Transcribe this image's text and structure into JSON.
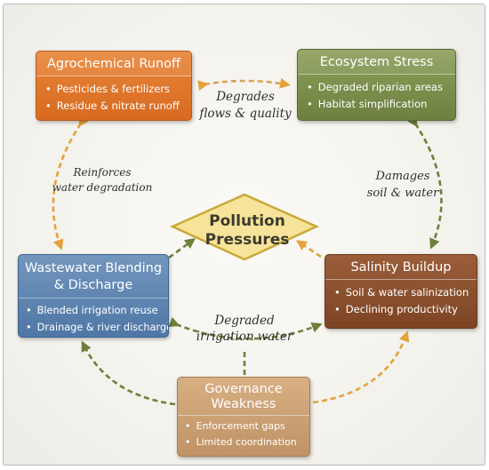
{
  "center": {
    "line1": "Pollution",
    "line2": "Pressures"
  },
  "nodes": {
    "agrochemical": {
      "title": "Agrochemical Runoff",
      "items": [
        "Pesticides & fertilizers",
        "Residue & nitrate runoff"
      ]
    },
    "ecosystem": {
      "title": "Ecosystem Stress",
      "items": [
        "Degraded riparian areas",
        "Habitat simplification"
      ]
    },
    "wastewater": {
      "title": "Wastewater Blending & Discharge",
      "items": [
        "Blended irrigation reuse",
        "Drainage & river discharge"
      ]
    },
    "salinity": {
      "title": "Salinity Buildup",
      "items": [
        "Soil & water salinization",
        "Declining productivity"
      ]
    },
    "governance": {
      "title": "Governance Weakness",
      "items": [
        "Enforcement gaps",
        "Limited coordination"
      ]
    }
  },
  "links": {
    "degrades": {
      "line1": "Degrades",
      "line2": "flows & quality"
    },
    "reinforces": {
      "line1": "Reinforces",
      "line2": "water degradation"
    },
    "damages": {
      "line1": "Damages",
      "line2": "soil & water"
    },
    "irrigation": {
      "line1": "Degraded",
      "line2": "irrigation water"
    }
  },
  "colors": {
    "agrochemical": "#dd7429",
    "ecosystem": "#7b8e4c",
    "wastewater": "#5f84b0",
    "salinity": "#8a4f2e",
    "governance": "#cda174",
    "diamond_fill": "#f7e49a",
    "diamond_border": "#c9a938",
    "arrow_green": "#6e7f3c",
    "arrow_orange": "#e3a23a"
  }
}
